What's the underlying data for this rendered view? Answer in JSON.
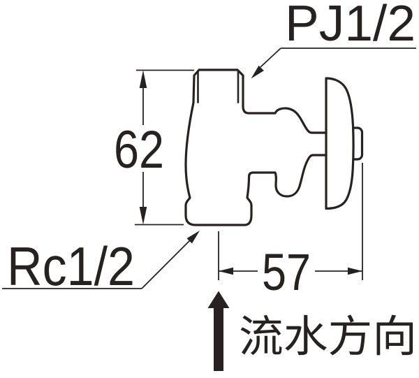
{
  "diagram": {
    "type": "technical-drawing",
    "subject": "angle stop valve side view with dimensions",
    "labels": {
      "top_thread": "PJ1/2",
      "bottom_thread": "Rc1/2",
      "flow_direction": "流水方向"
    },
    "dimensions": {
      "body_height": "62",
      "handle_depth": "57"
    },
    "icons": {
      "flow_arrow": "up-arrow-icon"
    },
    "colors": {
      "line": "#272220",
      "background": "#ffffff"
    }
  }
}
